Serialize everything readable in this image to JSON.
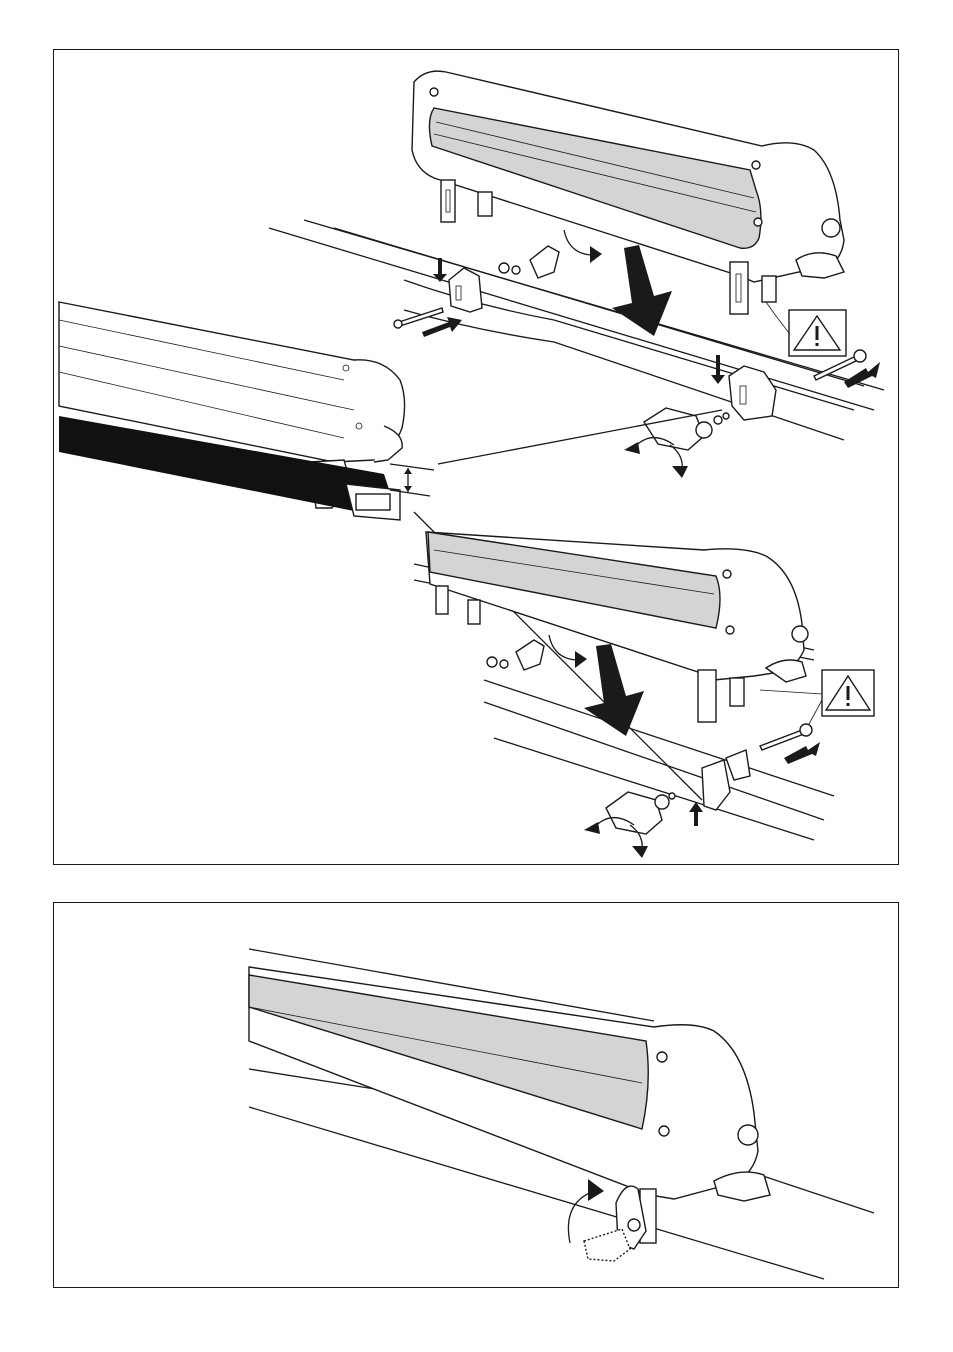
{
  "figure": {
    "panels": [
      {
        "id": "top",
        "steps": [
          "remove-cover",
          "position-on-bar",
          "insert-bolt",
          "tighten-clamp"
        ]
      },
      {
        "id": "bottom",
        "steps": [
          "fold-lever-up"
        ]
      }
    ],
    "warning_icons": [
      "warning-triangle-icon",
      "warning-triangle-icon"
    ],
    "colors": {
      "line": "#1a1a1a",
      "rail_grey": "#d4d4d4",
      "overlay_grey": "#c8c8c8",
      "bar_black": "#111111"
    }
  }
}
